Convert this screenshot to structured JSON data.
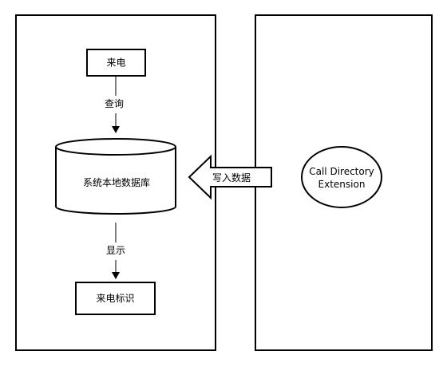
{
  "nodes": {
    "incoming_call": "来电",
    "database": "系统本地数据库",
    "caller_id": "来电标识",
    "extension_line1": "Call Directory",
    "extension_line2": "Extension"
  },
  "edges": {
    "query": "查询",
    "display": "显示",
    "write_data": "写入数据"
  }
}
